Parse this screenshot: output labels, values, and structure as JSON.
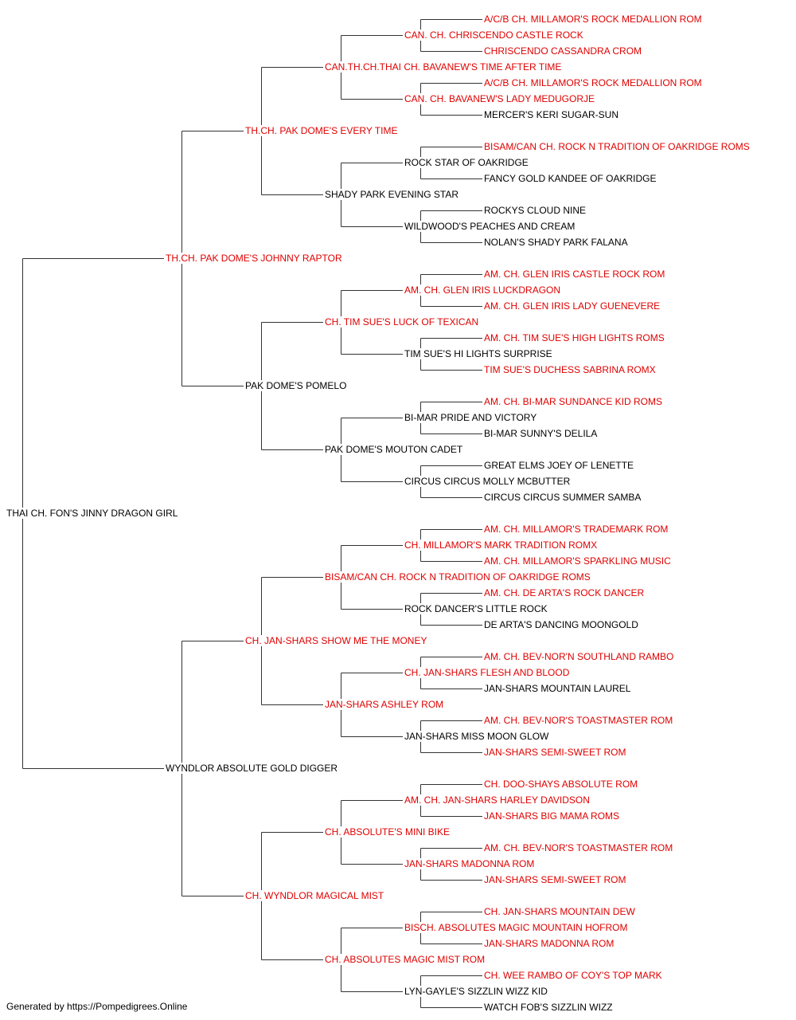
{
  "colors": {
    "champion": "#e00000",
    "regular": "#000000",
    "line": "#333333"
  },
  "footer": "Generated by https://Pompedigrees.Online",
  "pedigree": {
    "name": "THAI CH. FON'S JINNY DRAGON GIRL",
    "ch": false,
    "sire": {
      "name": "TH.CH. PAK DOME'S JOHNNY RAPTOR",
      "ch": true,
      "sire": {
        "name": "TH.CH. PAK DOME'S EVERY TIME",
        "ch": true,
        "sire": {
          "name": "CAN.TH.CH.THAI CH. BAVANEW'S TIME AFTER TIME",
          "ch": true,
          "sire": {
            "name": "CAN. CH. CHRISCENDO CASTLE ROCK",
            "ch": true,
            "sire": {
              "name": "A/C/B CH. MILLAMOR'S ROCK MEDALLION ROM",
              "ch": true
            },
            "dam": {
              "name": "CHRISCENDO CASSANDRA CROM",
              "ch": true
            }
          },
          "dam": {
            "name": "CAN. CH. BAVANEW'S LADY MEDUGORJE",
            "ch": true,
            "sire": {
              "name": "A/C/B CH. MILLAMOR'S ROCK MEDALLION ROM",
              "ch": true
            },
            "dam": {
              "name": "MERCER'S KERI SUGAR-SUN",
              "ch": false
            }
          }
        },
        "dam": {
          "name": "SHADY PARK EVENING STAR",
          "ch": false,
          "sire": {
            "name": "ROCK STAR OF OAKRIDGE",
            "ch": false,
            "sire": {
              "name": "BISAM/CAN CH. ROCK N TRADITION OF OAKRIDGE ROMS",
              "ch": true
            },
            "dam": {
              "name": "FANCY GOLD KANDEE OF OAKRIDGE",
              "ch": false
            }
          },
          "dam": {
            "name": "WILDWOOD'S PEACHES AND CREAM",
            "ch": false,
            "sire": {
              "name": "ROCKYS CLOUD NINE",
              "ch": false
            },
            "dam": {
              "name": "NOLAN'S SHADY PARK FALANA",
              "ch": false
            }
          }
        }
      },
      "dam": {
        "name": "PAK DOME'S POMELO",
        "ch": false,
        "sire": {
          "name": "CH. TIM SUE'S LUCK OF TEXICAN",
          "ch": true,
          "sire": {
            "name": "AM. CH. GLEN IRIS LUCKDRAGON",
            "ch": true,
            "sire": {
              "name": "AM. CH. GLEN IRIS CASTLE ROCK ROM",
              "ch": true
            },
            "dam": {
              "name": "AM. CH. GLEN IRIS LADY GUENEVERE",
              "ch": true
            }
          },
          "dam": {
            "name": "TIM SUE'S HI LIGHTS SURPRISE",
            "ch": false,
            "sire": {
              "name": "AM. CH. TIM SUE'S HIGH LIGHTS ROMS",
              "ch": true
            },
            "dam": {
              "name": "TIM SUE'S DUCHESS SABRINA ROMX",
              "ch": true
            }
          }
        },
        "dam": {
          "name": "PAK DOME'S MOUTON CADET",
          "ch": false,
          "sire": {
            "name": "BI-MAR PRIDE AND VICTORY",
            "ch": false,
            "sire": {
              "name": "AM. CH. BI-MAR SUNDANCE KID ROMS",
              "ch": true
            },
            "dam": {
              "name": "BI-MAR SUNNY'S DELILA",
              "ch": false
            }
          },
          "dam": {
            "name": "CIRCUS CIRCUS MOLLY MCBUTTER",
            "ch": false,
            "sire": {
              "name": "GREAT ELMS JOEY OF LENETTE",
              "ch": false
            },
            "dam": {
              "name": "CIRCUS CIRCUS SUMMER SAMBA",
              "ch": false
            }
          }
        }
      }
    },
    "dam": {
      "name": "WYNDLOR ABSOLUTE GOLD DIGGER",
      "ch": false,
      "sire": {
        "name": "CH. JAN-SHARS SHOW ME THE MONEY",
        "ch": true,
        "sire": {
          "name": "BISAM/CAN CH. ROCK N TRADITION OF OAKRIDGE ROMS",
          "ch": true,
          "sire": {
            "name": "CH. MILLAMOR'S MARK TRADITION ROMX",
            "ch": true,
            "sire": {
              "name": "AM. CH. MILLAMOR'S TRADEMARK ROM",
              "ch": true
            },
            "dam": {
              "name": "AM. CH. MILLAMOR'S SPARKLING MUSIC",
              "ch": true
            }
          },
          "dam": {
            "name": "ROCK DANCER'S LITTLE ROCK",
            "ch": false,
            "sire": {
              "name": "AM. CH. DE ARTA'S ROCK DANCER",
              "ch": true
            },
            "dam": {
              "name": "DE ARTA'S DANCING MOONGOLD",
              "ch": false
            }
          }
        },
        "dam": {
          "name": "JAN-SHARS ASHLEY ROM",
          "ch": true,
          "sire": {
            "name": "CH. JAN-SHARS FLESH AND BLOOD",
            "ch": true,
            "sire": {
              "name": "AM. CH. BEV-NOR'N SOUTHLAND RAMBO",
              "ch": true
            },
            "dam": {
              "name": "JAN-SHARS MOUNTAIN LAUREL",
              "ch": false
            }
          },
          "dam": {
            "name": "JAN-SHARS MISS MOON GLOW",
            "ch": false,
            "sire": {
              "name": "AM. CH. BEV-NOR'S TOASTMASTER ROM",
              "ch": true
            },
            "dam": {
              "name": "JAN-SHARS SEMI-SWEET ROM",
              "ch": true
            }
          }
        }
      },
      "dam": {
        "name": "CH. WYNDLOR MAGICAL MIST",
        "ch": true,
        "sire": {
          "name": "CH. ABSOLUTE'S MINI BIKE",
          "ch": true,
          "sire": {
            "name": "AM. CH. JAN-SHARS HARLEY DAVIDSON",
            "ch": true,
            "sire": {
              "name": "CH. DOO-SHAYS ABSOLUTE ROM",
              "ch": true
            },
            "dam": {
              "name": "JAN-SHARS BIG MAMA ROMS",
              "ch": true
            }
          },
          "dam": {
            "name": "JAN-SHARS MADONNA ROM",
            "ch": true,
            "sire": {
              "name": "AM. CH. BEV-NOR'S TOASTMASTER ROM",
              "ch": true
            },
            "dam": {
              "name": "JAN-SHARS SEMI-SWEET ROM",
              "ch": true
            }
          }
        },
        "dam": {
          "name": "CH. ABSOLUTES MAGIC MIST ROM",
          "ch": true,
          "sire": {
            "name": "BISCH. ABSOLUTES MAGIC MOUNTAIN HOFROM",
            "ch": true,
            "sire": {
              "name": "CH. JAN-SHARS MOUNTAIN DEW",
              "ch": true
            },
            "dam": {
              "name": "JAN-SHARS MADONNA ROM",
              "ch": true
            }
          },
          "dam": {
            "name": "LYN-GAYLE'S SIZZLIN WIZZ KID",
            "ch": false,
            "sire": {
              "name": "CH. WEE RAMBO OF COY'S TOP MARK",
              "ch": true
            },
            "dam": {
              "name": "WATCH FOB'S SIZZLIN WIZZ",
              "ch": false
            }
          }
        }
      }
    }
  }
}
